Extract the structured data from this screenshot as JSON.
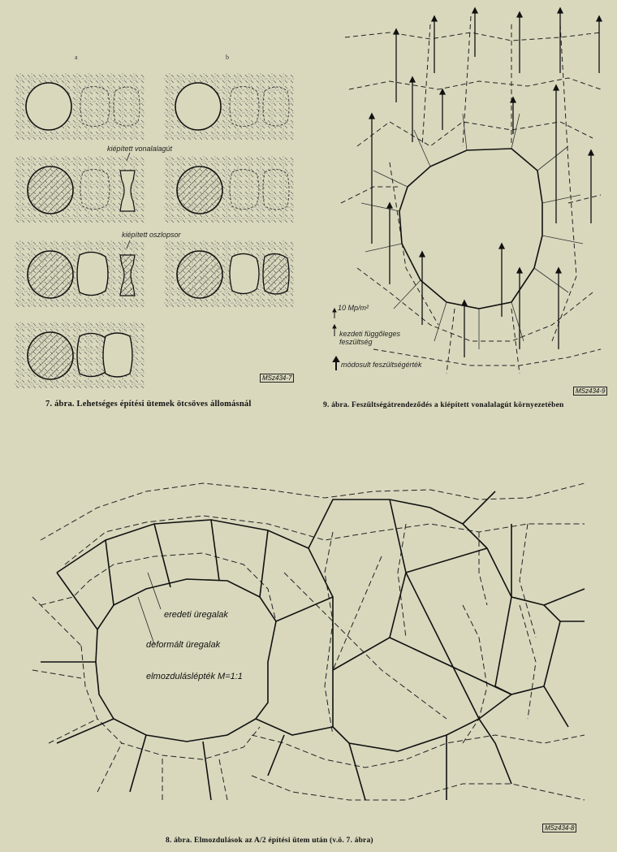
{
  "fig7": {
    "col_a": "a",
    "col_b": "b",
    "label_tunnel": "kiépített vonalalagút",
    "label_pillar": "kiépített oszlopsor",
    "stamp": "MSz434-7",
    "caption": "7. ábra. Lehetséges építési ütemek ötcsöves állomásnál"
  },
  "fig9": {
    "legend_scale": "10 Mp/m²",
    "legend_initial": "kezdeti függőleges feszültség",
    "legend_modified": "módosult feszültségérték",
    "stamp": "MSz434-9",
    "caption": "9. ábra. Feszültségátrendeződés a kiépített vonalalagút környezetében"
  },
  "fig8": {
    "label_original": "eredeti üregalak",
    "label_deformed": "deformált üregalak",
    "label_scale": "elmozduláslépték  M=1:1",
    "stamp": "MSz434-8",
    "caption": "8. ábra. Elmozdulások az A/2 építési ütem után (v.ö. 7. ábra)"
  },
  "colors": {
    "paper": "#d9d8bd",
    "ink": "#111111"
  }
}
